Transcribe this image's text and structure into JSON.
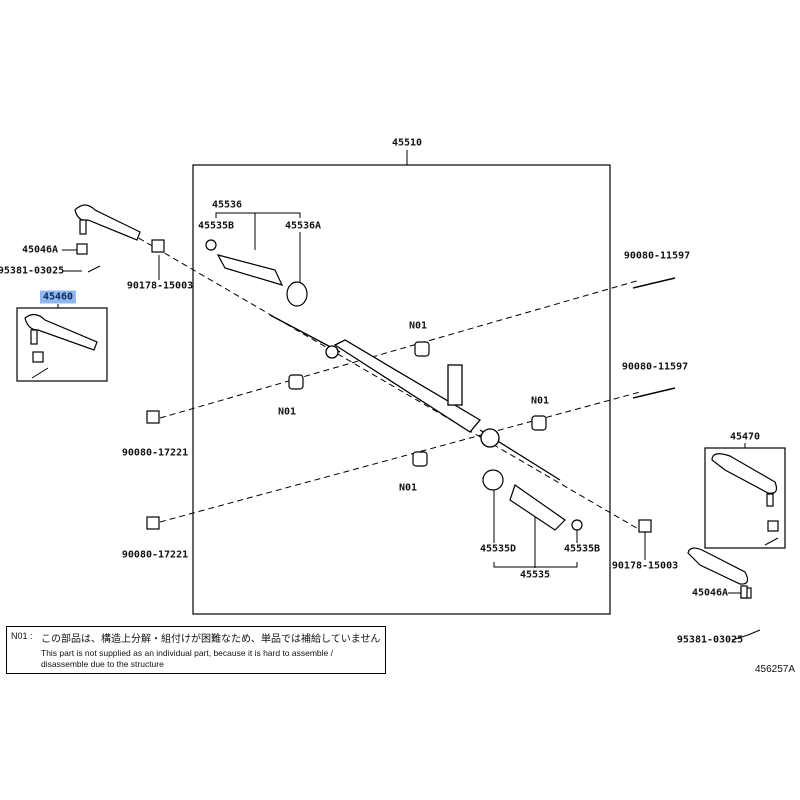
{
  "labels": {
    "assy": "45510",
    "boot_set": "45536",
    "clamp_b_top": "45535B",
    "clamp_a": "45536A",
    "nut_left": "45046A",
    "pin_left": "95381-03025",
    "nut_rod_left": "90178-15003",
    "tie_rod_end_left": "45460",
    "bolt_top": "90080-11597",
    "n01_a": "N01",
    "bolt_mid": "90080-11597",
    "n01_b": "N01",
    "n01_c": "N01",
    "bolt_left_upper": "90080-17221",
    "n01_d": "N01",
    "tie_rod_end_right": "45470",
    "bolt_left_lower": "90080-17221",
    "clamp_d": "45535D",
    "clamp_b_bottom": "45535B",
    "boot": "45535",
    "nut_rod_right": "90178-15003",
    "nut_right": "45046A",
    "pin_right": "95381-03025"
  },
  "note": {
    "code": "N01 :",
    "japanese": "この部品は、構造上分解・組付けが困難なため、単品では補給していません",
    "english": "This part is not supplied as an individual part, because it is hard to assemble / disassemble  due to the structure"
  },
  "figure_number": "456257A",
  "colors": {
    "highlight": "#8fb8ee"
  }
}
